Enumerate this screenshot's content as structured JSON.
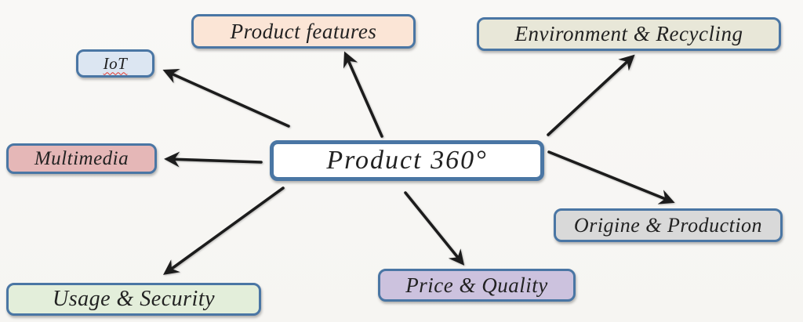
{
  "diagram": {
    "center": {
      "label": "Product 360°",
      "fill": "#ffffff"
    },
    "nodes": [
      {
        "id": "iot",
        "label": "IoT",
        "fill": "#dce6f2",
        "spellcheck_underline": true,
        "position": "top-left"
      },
      {
        "id": "product-features",
        "label": "Product features",
        "fill": "#fbe5d6",
        "position": "top"
      },
      {
        "id": "environment-recycling",
        "label": "Environment & Recycling",
        "fill": "#e8e7d8",
        "position": "top-right"
      },
      {
        "id": "multimedia",
        "label": "Multimedia",
        "fill": "#e5b7b7",
        "position": "left"
      },
      {
        "id": "origine-production",
        "label": "Origine & Production",
        "fill": "#d9d9d9",
        "position": "right"
      },
      {
        "id": "price-quality",
        "label": "Price & Quality",
        "fill": "#ccc2de",
        "position": "bottom"
      },
      {
        "id": "usage-security",
        "label": "Usage & Security",
        "fill": "#e3eeda",
        "position": "bottom-left"
      }
    ],
    "colors": {
      "border": "#4a76a4",
      "arrow": "#1c1c1c",
      "background": "#f7f6f3",
      "spellcheck_red": "#e0392f"
    }
  }
}
